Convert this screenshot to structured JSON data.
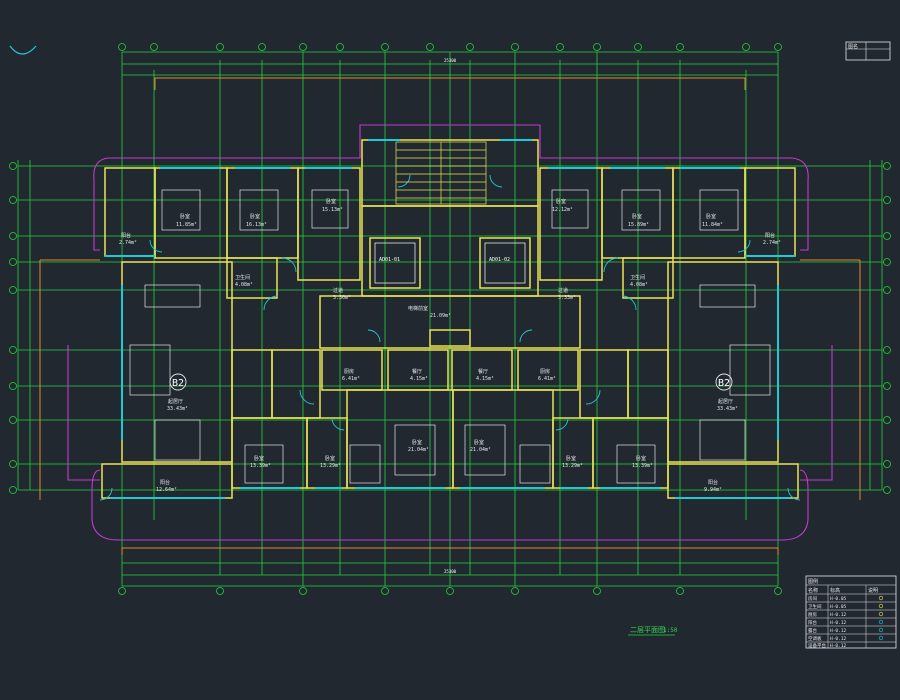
{
  "drawing": {
    "caption": "二层平面图",
    "scale": "1:50",
    "overall_dim_top": "25300",
    "overall_dim_bottom": "25300",
    "colors": {
      "background": "#212830",
      "axis_green": "#22d43a",
      "wall_yellow": "#e9e455",
      "window_cyan": "#20c9d8",
      "magenta": "#c33ad0",
      "orange": "#e08a2c",
      "white": "#e6e6e6"
    }
  },
  "rooms": [
    {
      "id": "mbr-left",
      "name": "卧室",
      "area": "11.85m²"
    },
    {
      "id": "br2-left",
      "name": "卧室",
      "area": "15.13m²"
    },
    {
      "id": "br3-left",
      "name": "卧室",
      "area": "16.13m²"
    },
    {
      "id": "br2-right",
      "name": "卧室",
      "area": "12.12m²"
    },
    {
      "id": "br3-right",
      "name": "卧室",
      "area": "15.89m²"
    },
    {
      "id": "mbr-right",
      "name": "卧室",
      "area": "11.84m²"
    },
    {
      "id": "bal-left-top",
      "name": "阳台",
      "area": "2.74m²"
    },
    {
      "id": "bal-right-top",
      "name": "阳台",
      "area": "2.74m²"
    },
    {
      "id": "wc-left",
      "name": "卫生间",
      "area": "4.08m²"
    },
    {
      "id": "wc-right",
      "name": "卫生间",
      "area": "4.08m²"
    },
    {
      "id": "hall-left",
      "name": "过道",
      "area": "3.30m²"
    },
    {
      "id": "hall-right",
      "name": "过道",
      "area": "3.33m²"
    },
    {
      "id": "lobby",
      "name": "电梯前室",
      "area": "21.09m²"
    },
    {
      "id": "living-left",
      "name": "起居厅",
      "area": "33.43m²"
    },
    {
      "id": "living-right",
      "name": "起居厅",
      "area": "33.43m²"
    },
    {
      "id": "kit-left",
      "name": "厨房",
      "area": "6.41m²"
    },
    {
      "id": "kit-right",
      "name": "厨房",
      "area": "6.41m²"
    },
    {
      "id": "din-left",
      "name": "餐厅",
      "area": "4.15m²"
    },
    {
      "id": "din-right",
      "name": "餐厅",
      "area": "4.15m²"
    },
    {
      "id": "bed-bl",
      "name": "卧室",
      "area": "13.39m²"
    },
    {
      "id": "bed-bc1",
      "name": "卧室",
      "area": "13.29m²"
    },
    {
      "id": "bed-bc2",
      "name": "卧室",
      "area": "21.04m²"
    },
    {
      "id": "bed-bc3",
      "name": "卧室",
      "area": "21.04m²"
    },
    {
      "id": "bed-bc4",
      "name": "卧室",
      "area": "13.29m²"
    },
    {
      "id": "bed-br",
      "name": "卧室",
      "area": "13.39m²"
    },
    {
      "id": "bal-left-bot",
      "name": "阳台",
      "area": "12.64m²"
    },
    {
      "id": "bal-right-bot",
      "name": "阳台",
      "area": "9.94m²"
    }
  ],
  "unit_tags": [
    "B2",
    "B2"
  ],
  "elevators": [
    "AD01-01",
    "AD01-02"
  ],
  "legend": {
    "title": "图例",
    "headers": [
      "名称",
      "标高",
      "说明"
    ],
    "rows": [
      {
        "name": "房间",
        "level": "H-0.05"
      },
      {
        "name": "卫生间",
        "level": "H-0.05"
      },
      {
        "name": "厨房",
        "level": "H-0.12"
      },
      {
        "name": "阳台",
        "level": "H-0.12"
      },
      {
        "name": "露台",
        "level": "H-0.12"
      },
      {
        "name": "空调板",
        "level": "H-0.12"
      },
      {
        "name": "设备平台",
        "level": "H-0.12"
      }
    ]
  },
  "title_block": {
    "label": "图名"
  }
}
